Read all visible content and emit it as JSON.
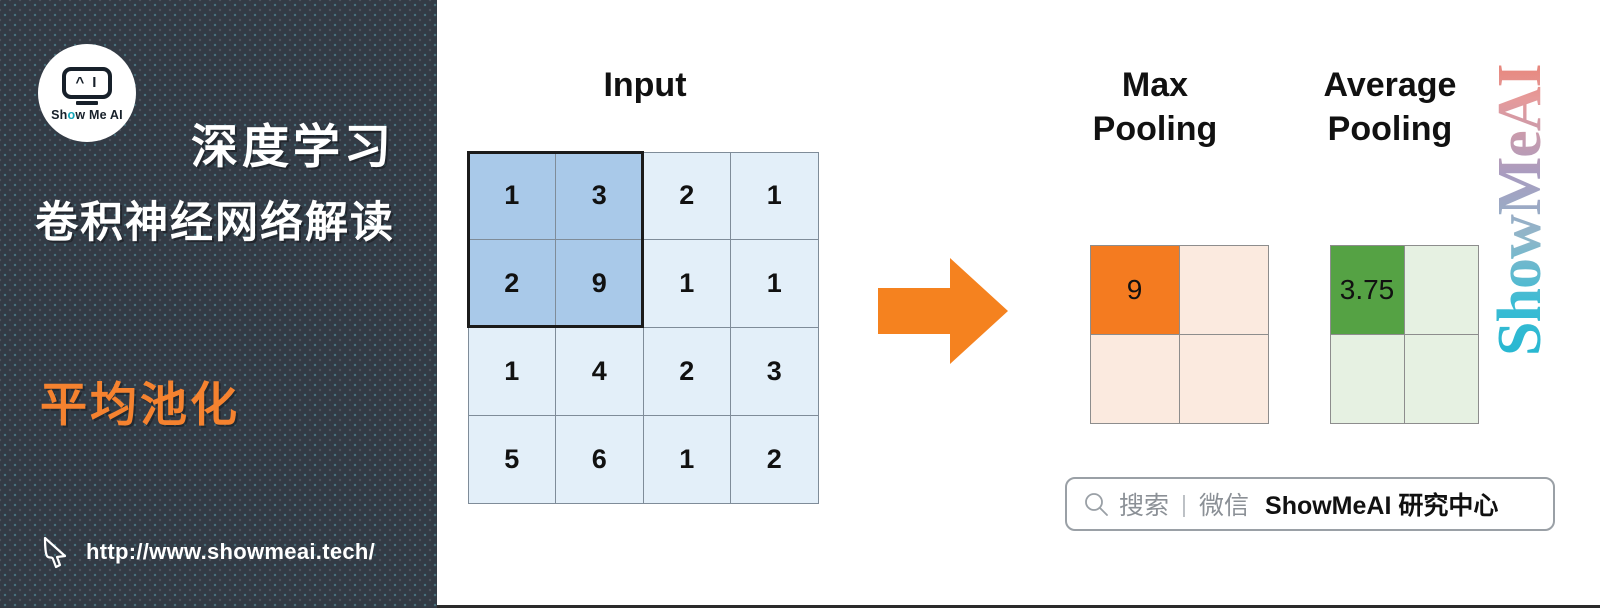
{
  "sidebar": {
    "logo": {
      "icon": "robot-head-icon",
      "glyph_left": "^",
      "glyph_right": "I",
      "brand_pre": "Sh",
      "brand_o": "o",
      "brand_post": "w Me AI"
    },
    "title_line1": "深度学习",
    "title_line2": "卷积神经网络解读",
    "subtitle": "平均池化",
    "subtitle_color": "#f5822f",
    "url": "http://www.showmeai.tech/",
    "cursor_icon": "mouse-pointer-icon",
    "background_color": "#333b45"
  },
  "headings": {
    "input": "Input",
    "max_pooling": "Max\nPooling",
    "max_pooling_line1": "Max",
    "max_pooling_line2": "Pooling",
    "average_pooling_line1": "Average",
    "average_pooling_line2": "Pooling"
  },
  "chart_data": {
    "type": "table",
    "title": "Input",
    "input_grid": {
      "rows": 4,
      "cols": 4,
      "values": [
        [
          1,
          3,
          2,
          1
        ],
        [
          2,
          9,
          1,
          1
        ],
        [
          1,
          4,
          2,
          3
        ],
        [
          5,
          6,
          1,
          2
        ]
      ],
      "highlight_window": {
        "row_start": 0,
        "row_end": 1,
        "col_start": 0,
        "col_end": 1
      },
      "cell_color": "#e3eff9",
      "highlight_color": "#a9c9e9",
      "border_color": "#7f8c99"
    },
    "max_pooling_grid": {
      "rows": 2,
      "cols": 2,
      "values": [
        [
          "9",
          "",
          ""
        ],
        [
          "",
          ""
        ]
      ],
      "cells": [
        [
          "9",
          ""
        ],
        [
          "",
          ""
        ]
      ],
      "filled_cell": {
        "row": 0,
        "col": 0,
        "value": "9"
      },
      "fill_color": "#f47b20",
      "cell_color": "#fbeadf"
    },
    "average_pooling_grid": {
      "rows": 2,
      "cols": 2,
      "cells": [
        [
          "3.75",
          ""
        ],
        [
          "",
          ""
        ]
      ],
      "filled_cell": {
        "row": 0,
        "col": 0,
        "value": "3.75"
      },
      "fill_color": "#55a244",
      "cell_color": "#e6f1e2"
    }
  },
  "arrow": {
    "name": "right-arrow-icon",
    "color": "#f5821f",
    "direction": "right"
  },
  "wordmark": {
    "text": "ShowMeAI",
    "orientation": "vertical",
    "gradient_from": "#e8705a",
    "gradient_to": "#27b7d1"
  },
  "search": {
    "icon": "magnifier-icon",
    "placeholder": "搜索",
    "separator": "|",
    "channel": "微信",
    "account": "ShowMeAI 研究中心"
  }
}
